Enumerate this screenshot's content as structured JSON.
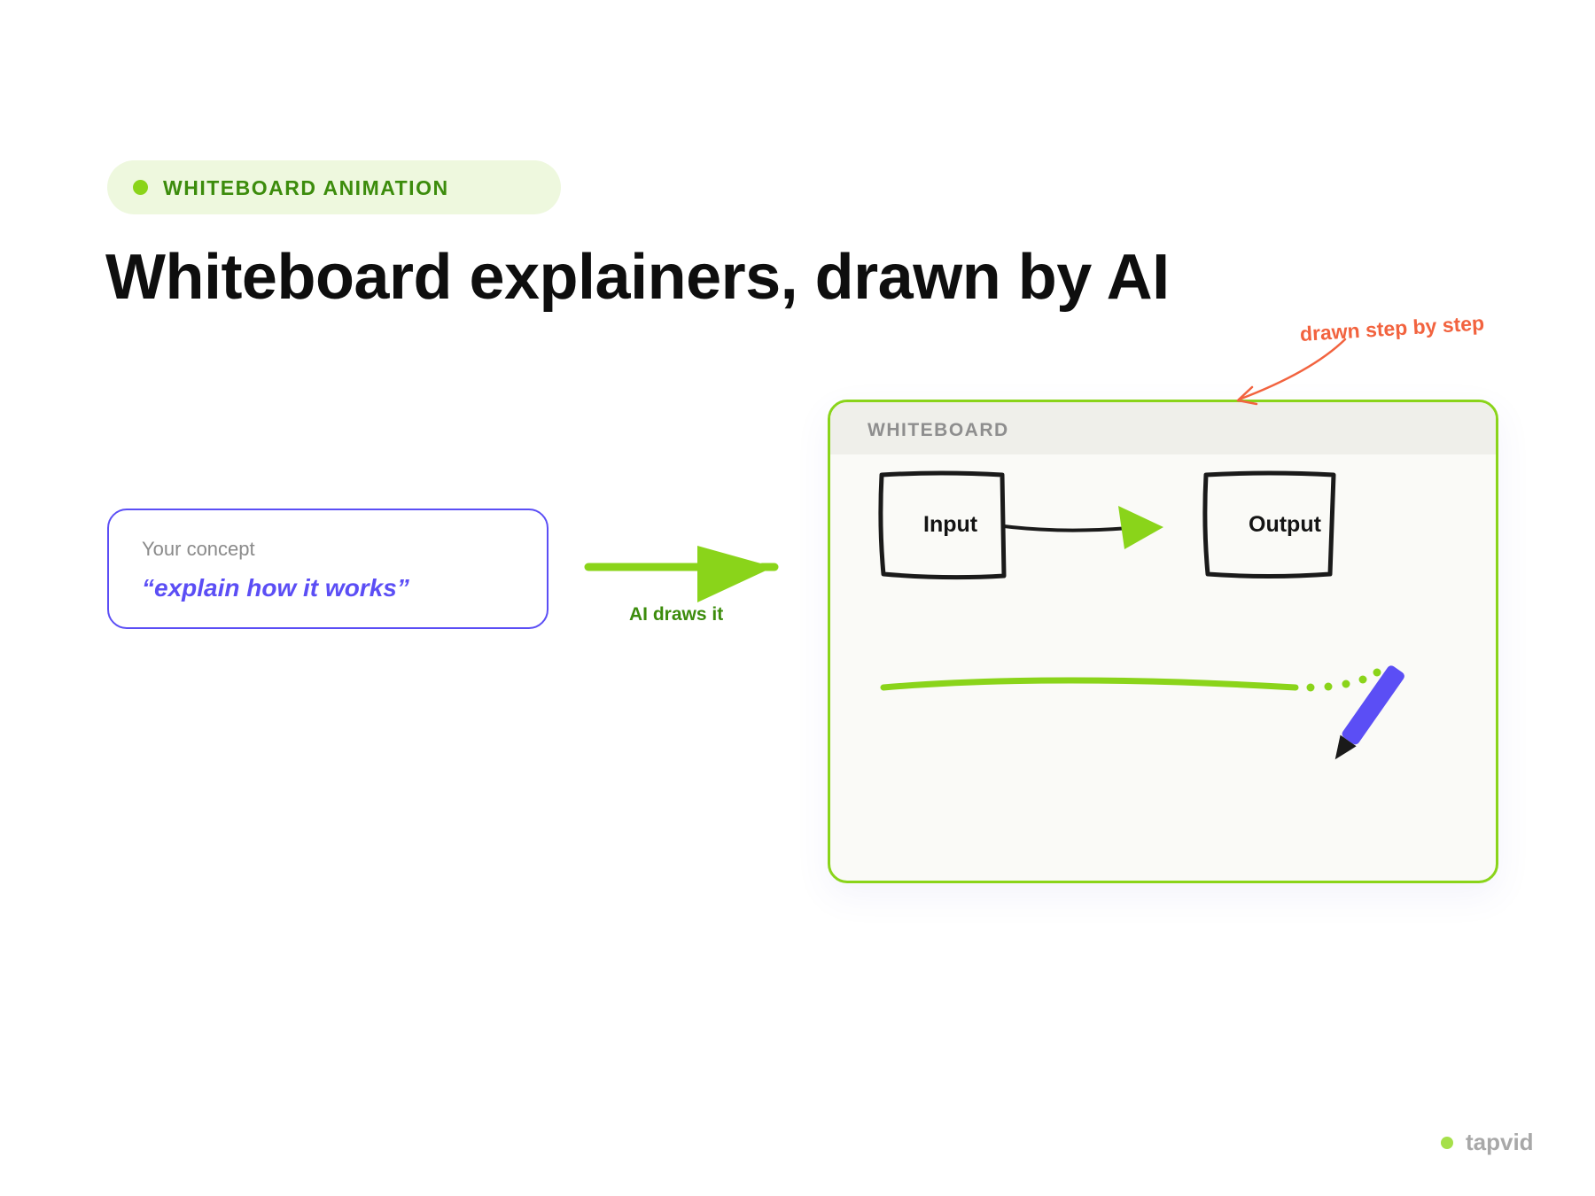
{
  "badge": {
    "label": "WHITEBOARD ANIMATION"
  },
  "headline": "Whiteboard explainers, drawn by AI",
  "concept": {
    "label": "Your concept",
    "prompt": "“explain how it works”"
  },
  "arrow_caption": "AI draws it",
  "callout": "drawn step by step",
  "whiteboard": {
    "title": "WHITEBOARD",
    "nodes": {
      "input": "Input",
      "output": "Output"
    }
  },
  "brand": "tapvid",
  "colors": {
    "accent_green": "#8ad41a",
    "dark_green": "#3c8c0c",
    "accent_purple": "#5b4ef5",
    "callout_orange": "#f2633f"
  }
}
